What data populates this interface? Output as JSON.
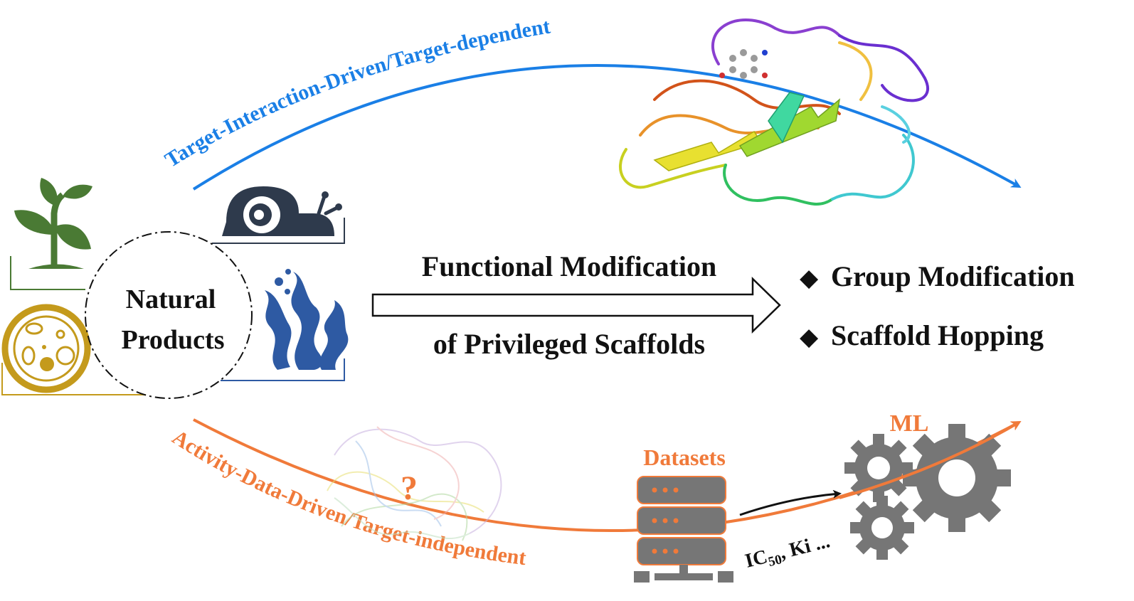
{
  "top_path": {
    "label": "Target-Interaction-Driven/Target-dependent",
    "color": "#1a7fe6"
  },
  "bottom_path": {
    "label": "Activity-Data-Driven/Target-independent",
    "color": "#f07a3a"
  },
  "center": {
    "label_line1": "Natural",
    "label_line2": "Products"
  },
  "arrow": {
    "label_line1": "Functional Modification",
    "label_line2": "of Privileged Scaffolds"
  },
  "strategies": [
    {
      "bullet": "◆",
      "label": "Group Modification"
    },
    {
      "bullet": "◆",
      "label": "Scaffold Hopping"
    }
  ],
  "datasets": {
    "label": "Datasets"
  },
  "ml": {
    "label": "ML"
  },
  "metrics": {
    "prefix": "IC",
    "subscript": "50",
    "suffix": ", Ki ..."
  },
  "unknown_target": {
    "symbol": "?"
  },
  "source_icons": [
    "plant-icon",
    "snail-icon",
    "seaweed-icon",
    "microbe-dish-icon"
  ],
  "colors": {
    "plant": "#4a7a34",
    "snail": "#2e3a4c",
    "seaweed": "#2e5aa3",
    "microbe": "#c49a1c",
    "gear": "#767676",
    "server": "#767676",
    "orange_text": "#f07a3a"
  }
}
